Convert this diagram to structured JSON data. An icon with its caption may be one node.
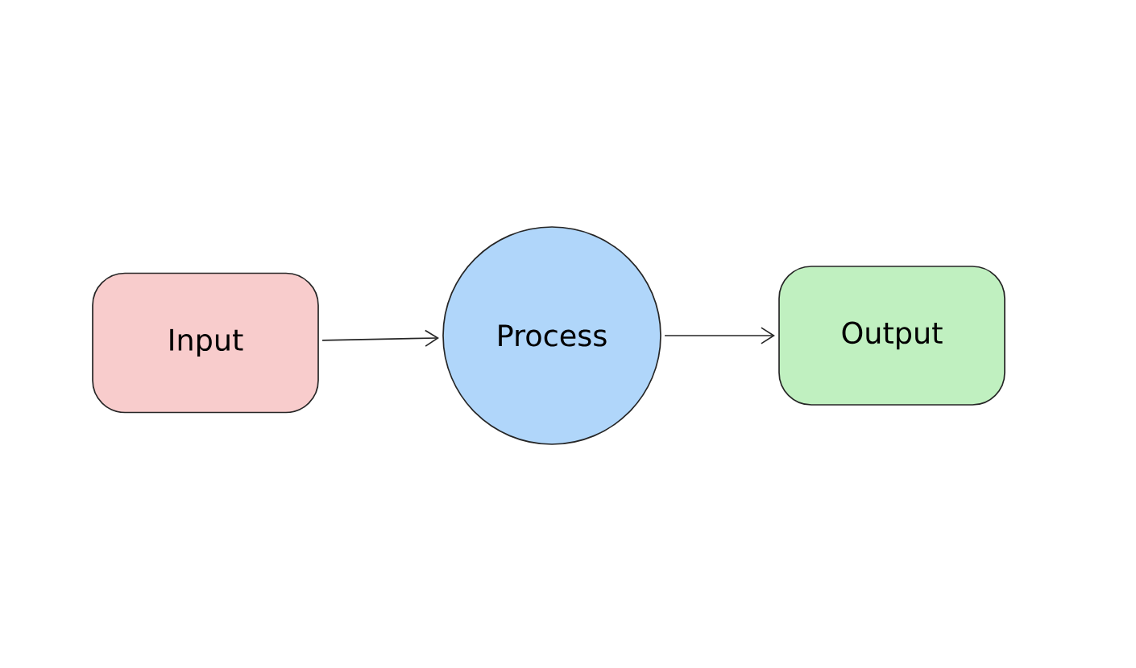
{
  "diagram": {
    "nodes": [
      {
        "text": [
          "Input"
        ]
      },
      {
        "text": [
          "Process"
        ]
      },
      {
        "text": [
          "Output"
        ]
      }
    ],
    "edges": [
      {
        "from": 0,
        "to": 1,
        "arrow": "to"
      },
      {
        "from": 1,
        "to": 2,
        "arrow": "to"
      }
    ]
  }
}
